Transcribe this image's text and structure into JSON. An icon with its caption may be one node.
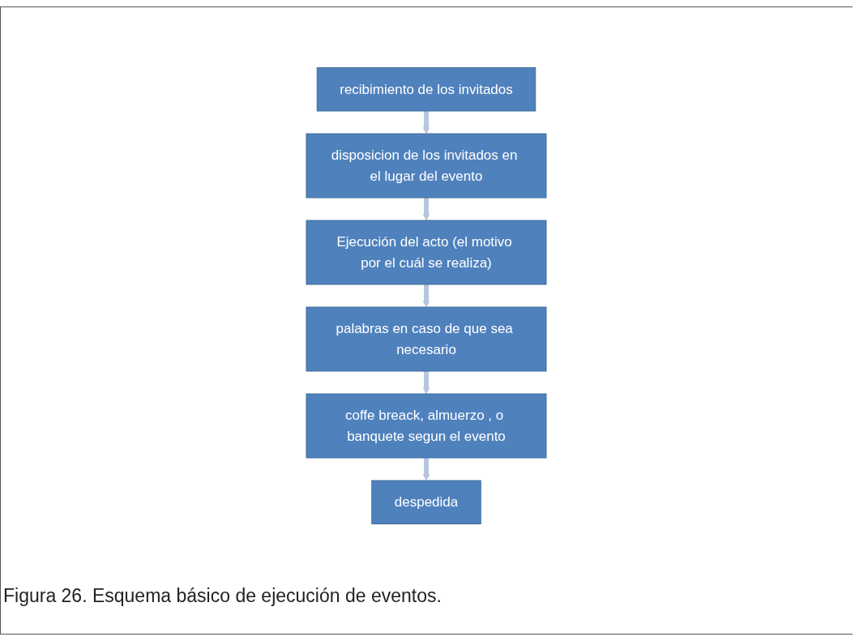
{
  "diagram": {
    "caption": "Figura 26. Esquema básico de ejecución de eventos.",
    "nodes": [
      {
        "text": [
          "recibimiento de los invitados"
        ]
      },
      {
        "text": [
          "disposicion de los invitados en el lugar del evento"
        ]
      },
      {
        "text": [
          "Ejecución del acto (el motivo por el cuál se realiza)"
        ]
      },
      {
        "text": [
          "palabras en caso de que sea necesario"
        ]
      },
      {
        "text": [
          "coffe breack, almuerzo , o banquete segun el evento"
        ]
      },
      {
        "text": [
          "despedida"
        ]
      }
    ],
    "edges": [
      {
        "from": 0,
        "to": 1,
        "arrow": "to"
      },
      {
        "from": 1,
        "to": 2,
        "arrow": "to"
      },
      {
        "from": 2,
        "to": 3,
        "arrow": "to"
      },
      {
        "from": 3,
        "to": 4,
        "arrow": "to"
      },
      {
        "from": 4,
        "to": 5,
        "arrow": "to"
      }
    ]
  }
}
